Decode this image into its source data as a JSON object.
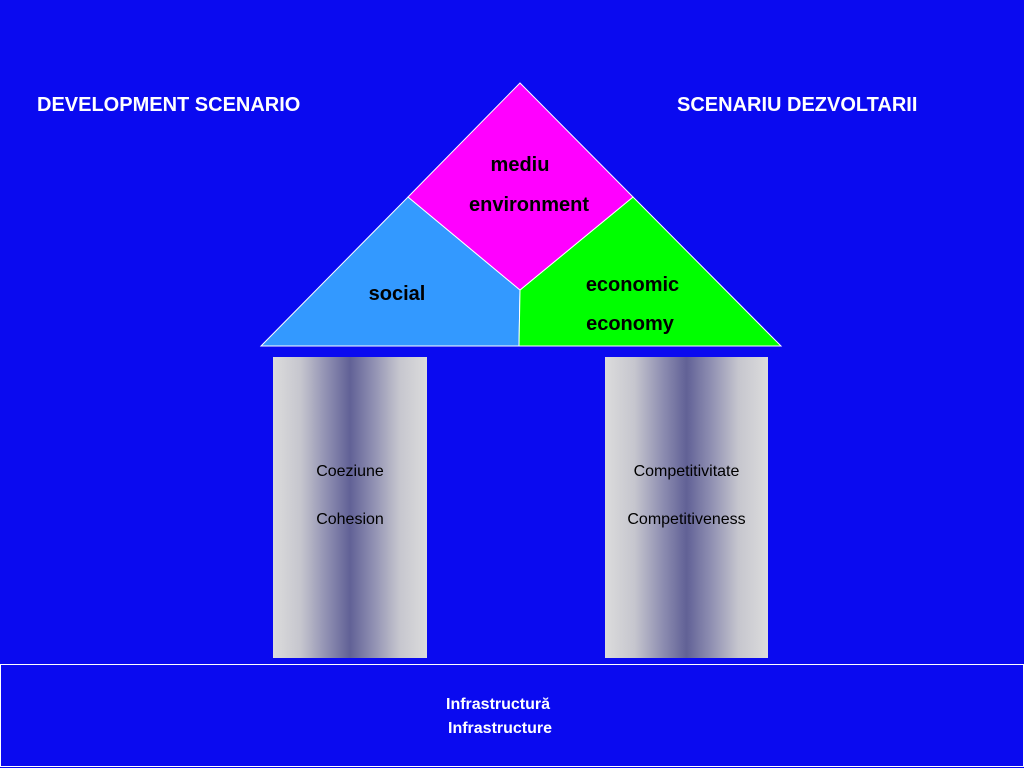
{
  "header": {
    "left_title": "DEVELOPMENT SCENARIO",
    "right_title": "SCENARIU DEZVOLTARII"
  },
  "roof": {
    "top": {
      "line1": "mediu",
      "line2": "environment",
      "color": "#FF00FF"
    },
    "left": {
      "label": "social",
      "color": "#3399FF"
    },
    "right": {
      "line1": "economic",
      "line2": "economy",
      "color": "#00FF00"
    }
  },
  "pillars": {
    "left": {
      "line1": "Coeziune",
      "line2": "Cohesion"
    },
    "right": {
      "line1": "Competitivitate",
      "line2": "Competitiveness"
    }
  },
  "foundation": {
    "line1": "Infrastructură",
    "line2": "Infrastructure"
  },
  "colors": {
    "background": "#0A0AF0",
    "text_light": "#FFFFFF"
  }
}
